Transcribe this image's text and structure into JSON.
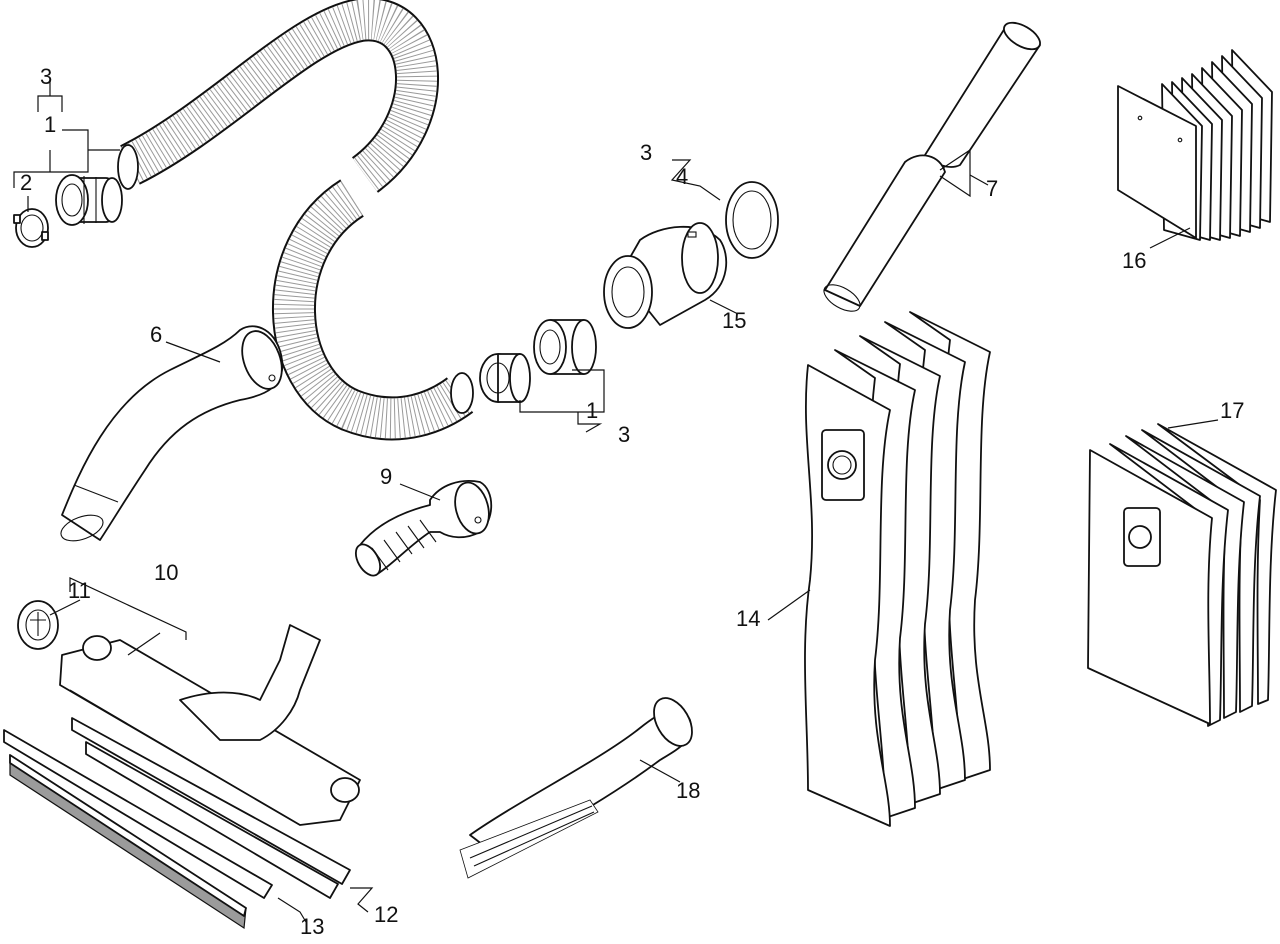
{
  "callouts": {
    "c1a": "1",
    "c1b": "1",
    "c2": "2",
    "c3a": "3",
    "c3b": "3",
    "c3c": "3",
    "c4": "4",
    "c6": "6",
    "c7": "7",
    "c9": "9",
    "c10": "10",
    "c11": "11",
    "c12": "12",
    "c13": "13",
    "c14": "14",
    "c15": "15",
    "c16": "16",
    "c17": "17",
    "c18": "18"
  }
}
